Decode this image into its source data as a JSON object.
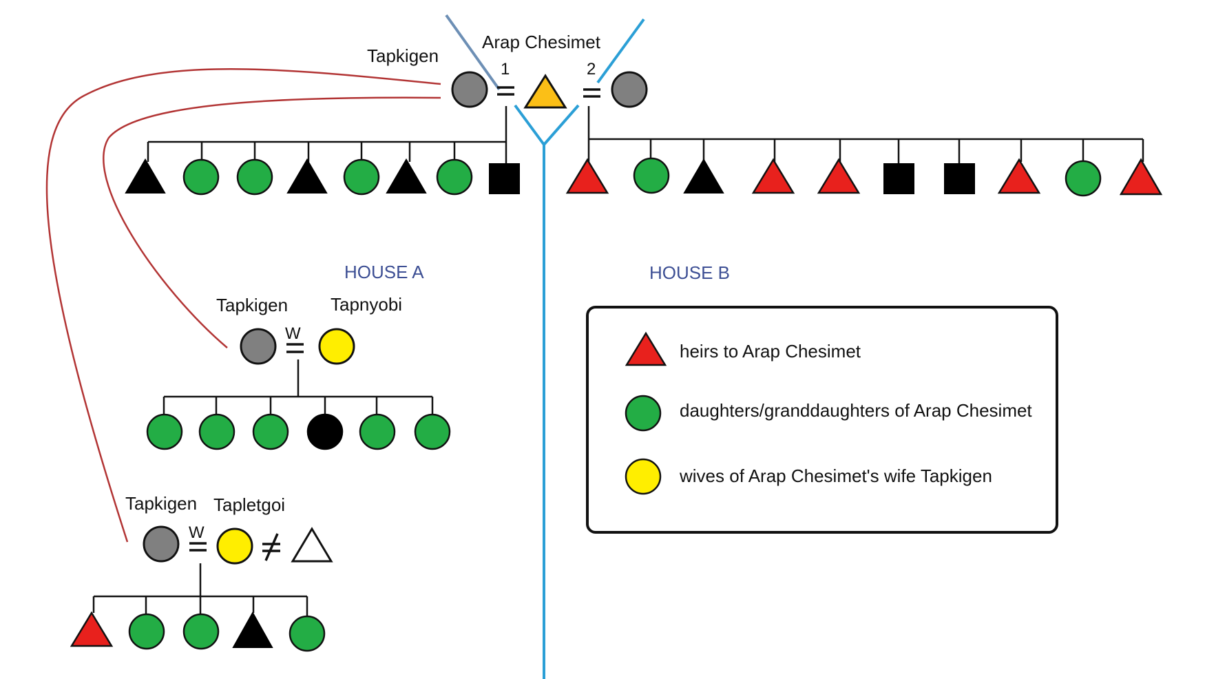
{
  "colors": {
    "heir": "#e8211d",
    "daughter": "#23ad45",
    "wife_of_wife": "#ffee00",
    "ego": "#fbbf17",
    "wife": "#808080",
    "other": "#000000",
    "house_divider": "#2b9fd6",
    "house_divider_left_arm": "#6d8fb5",
    "link": "#b23434",
    "house_label": "#3d4f94"
  },
  "labels": {
    "tapkigen_top": "Tapkigen",
    "arap_chesimet": "Arap Chesimet",
    "wife1_number": "1",
    "wife2_number": "2",
    "house_a": "HOUSE A",
    "house_b": "HOUSE B",
    "tapkigen_a": "Tapkigen",
    "tapnyobi": "Tapnyobi",
    "w_a": "W",
    "tapkigen_c": "Tapkigen",
    "tapletgoi": "Tapletgoi",
    "w_c": "W"
  },
  "legend": {
    "items": [
      {
        "shape": "triangle",
        "color": "heir",
        "text": "heirs to Arap Chesimet"
      },
      {
        "shape": "circle",
        "color": "daughter",
        "text": "daughters/granddaughters of Arap Chesimet"
      },
      {
        "shape": "circle",
        "color": "wife_of_wife",
        "text": "wives of Arap Chesimet's wife Tapkigen"
      }
    ]
  },
  "families": {
    "house_a_children": [
      "black-triangle",
      "green-circle",
      "green-circle",
      "black-triangle",
      "green-circle",
      "black-triangle",
      "green-circle",
      "black-square"
    ],
    "house_b_children": [
      "red-triangle",
      "green-circle",
      "black-triangle",
      "red-triangle",
      "red-triangle",
      "black-square",
      "black-square",
      "red-triangle",
      "green-circle",
      "red-triangle"
    ],
    "tapnyobi_children": [
      "green-circle",
      "green-circle",
      "green-circle",
      "black-circle",
      "green-circle",
      "green-circle"
    ],
    "tapletgoi_children": [
      "red-triangle",
      "green-circle",
      "green-circle",
      "black-triangle",
      "green-circle"
    ]
  }
}
